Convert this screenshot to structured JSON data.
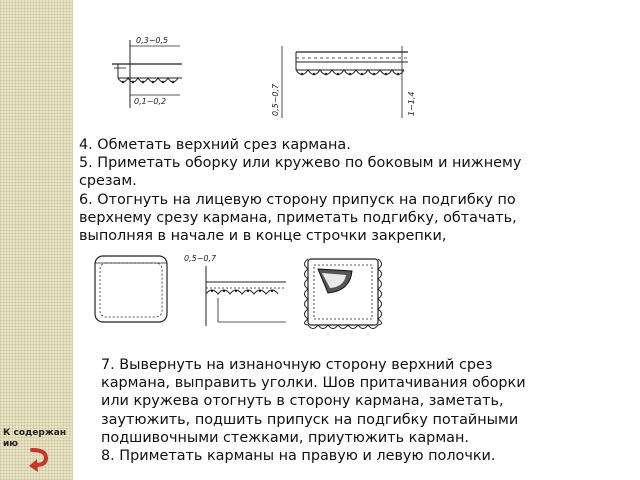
{
  "paragraphs_top": [
    "4. Обметать верхний срез кармана.",
    "5. Приметать оборку или кружево по боковым и нижнему",
    "срезам.",
    "6. Отогнуть на лицевую сторону припуск на подгибку по",
    "верхнему срезу кармана, приметать подгибку, обтачать,",
    "выполняя в начале и в конце строчки закрепки,"
  ],
  "paragraphs_bottom": [
    "7. Вывернуть на изнаночную сторону верхний срез",
    "кармана, выправить уголки. Шов притачивания оборки",
    "или кружева отогнуть в сторону кармана, заметать,",
    "заутюжить, подшить припуск на подгибку потайными",
    "подшивочными стежками, приутюжить  карман.",
    "8. Приметать карманы на правую и левую полочки."
  ],
  "figures": {
    "fig1": {
      "dim_top": "0,3−0,5",
      "dim_bottom": "0,1−0,2"
    },
    "fig2": {
      "dim_left": "0,5−0,7",
      "dim_right": "1−1,4"
    },
    "fig4": {
      "dim_top": "0,5−0,7"
    }
  },
  "nav": {
    "back_label": "К содержанию",
    "back_icon": "curved-arrow-icon"
  },
  "colors": {
    "sidebar": "#e9e3c4",
    "arrow": "#c0392b"
  }
}
